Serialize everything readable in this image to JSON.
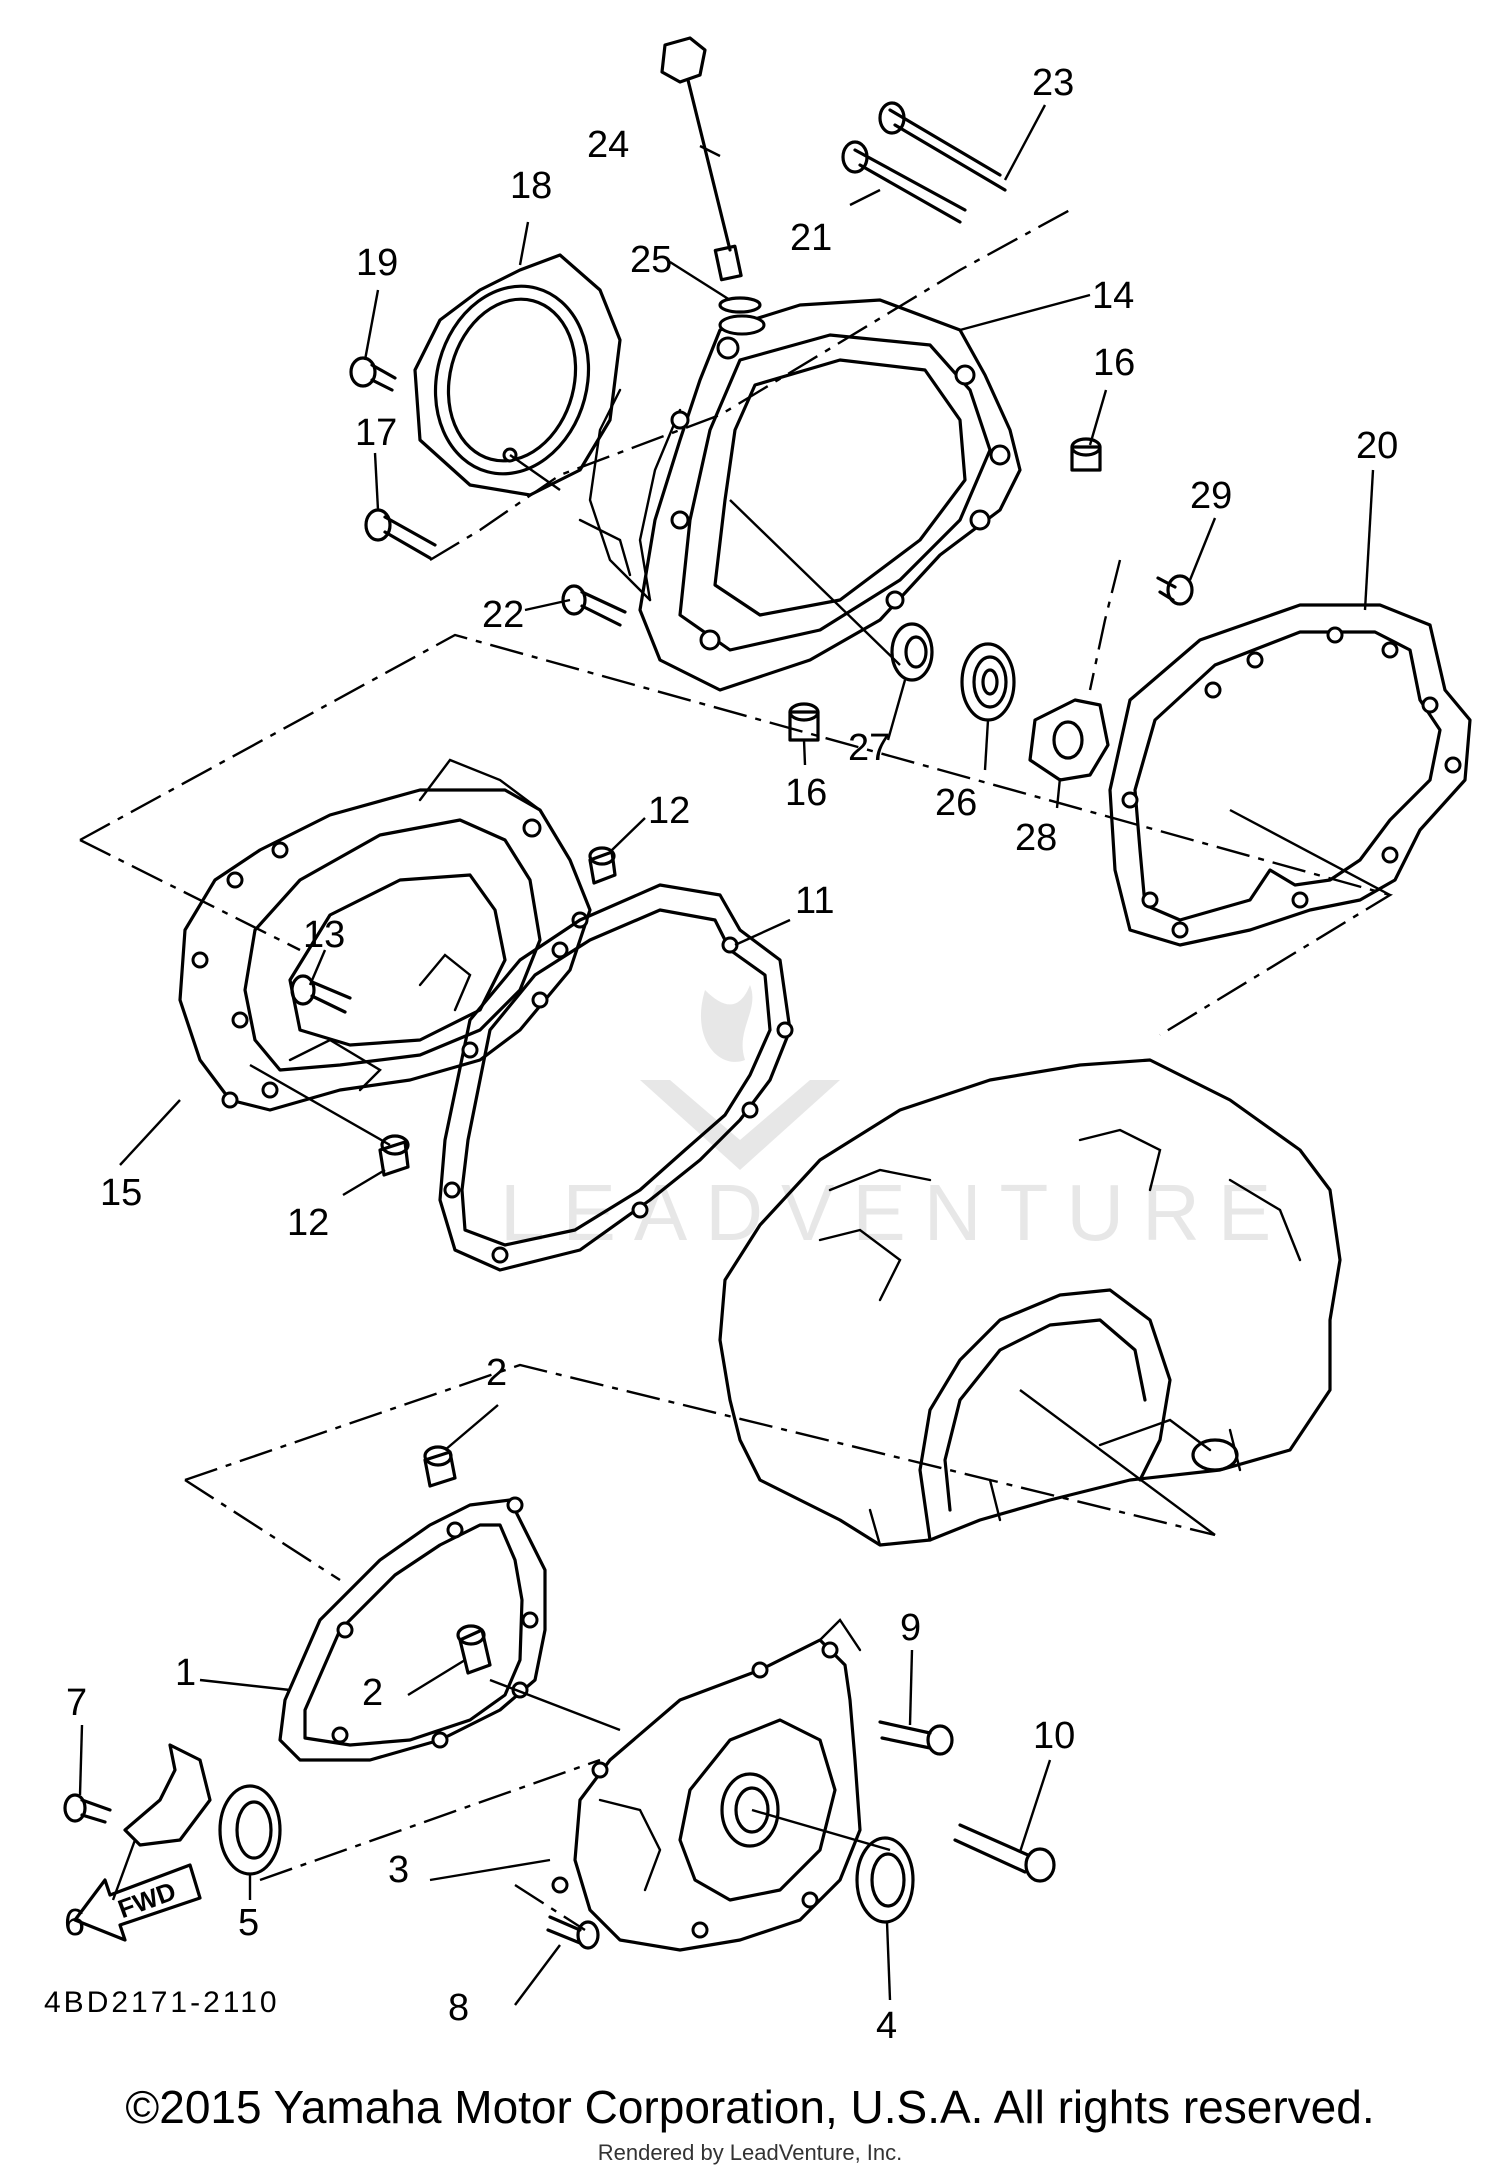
{
  "catalog_number": "4BD2171-2110",
  "copyright": "©2015 Yamaha Motor Corporation, U.S.A. All rights reserved.",
  "rendered_by": "Rendered by LeadVenture, Inc.",
  "watermark": "LEADVENTURE",
  "fwd_label": "FWD",
  "callouts": [
    "1",
    "2",
    "2",
    "3",
    "4",
    "5",
    "6",
    "7",
    "8",
    "9",
    "10",
    "11",
    "12",
    "12",
    "13",
    "14",
    "15",
    "16",
    "16",
    "17",
    "18",
    "19",
    "20",
    "21",
    "22",
    "23",
    "24",
    "25",
    "26",
    "27",
    "28",
    "29"
  ]
}
